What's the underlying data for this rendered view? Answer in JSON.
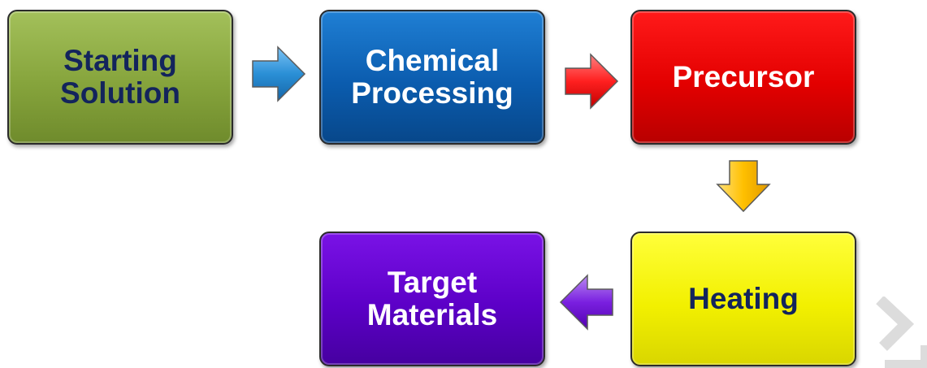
{
  "diagram": {
    "nodes": [
      {
        "id": "starting-solution",
        "label": "Starting\nSolution",
        "color": "#86a43c"
      },
      {
        "id": "chemical-processing",
        "label": "Chemical\nProcessing",
        "color": "#0b5cae"
      },
      {
        "id": "precursor",
        "label": "Precursor",
        "color": "#e30000"
      },
      {
        "id": "heating",
        "label": "Heating",
        "color": "#f2f000"
      },
      {
        "id": "target-materials",
        "label": "Target\nMaterials",
        "color": "#5c00c7"
      }
    ],
    "edges": [
      {
        "from": "starting-solution",
        "to": "chemical-processing",
        "color": "#2a8fd6"
      },
      {
        "from": "chemical-processing",
        "to": "precursor",
        "color": "#ff2020"
      },
      {
        "from": "precursor",
        "to": "heating",
        "color": "#ffc000"
      },
      {
        "from": "heating",
        "to": "target-materials",
        "color": "#7a20e0"
      }
    ]
  }
}
